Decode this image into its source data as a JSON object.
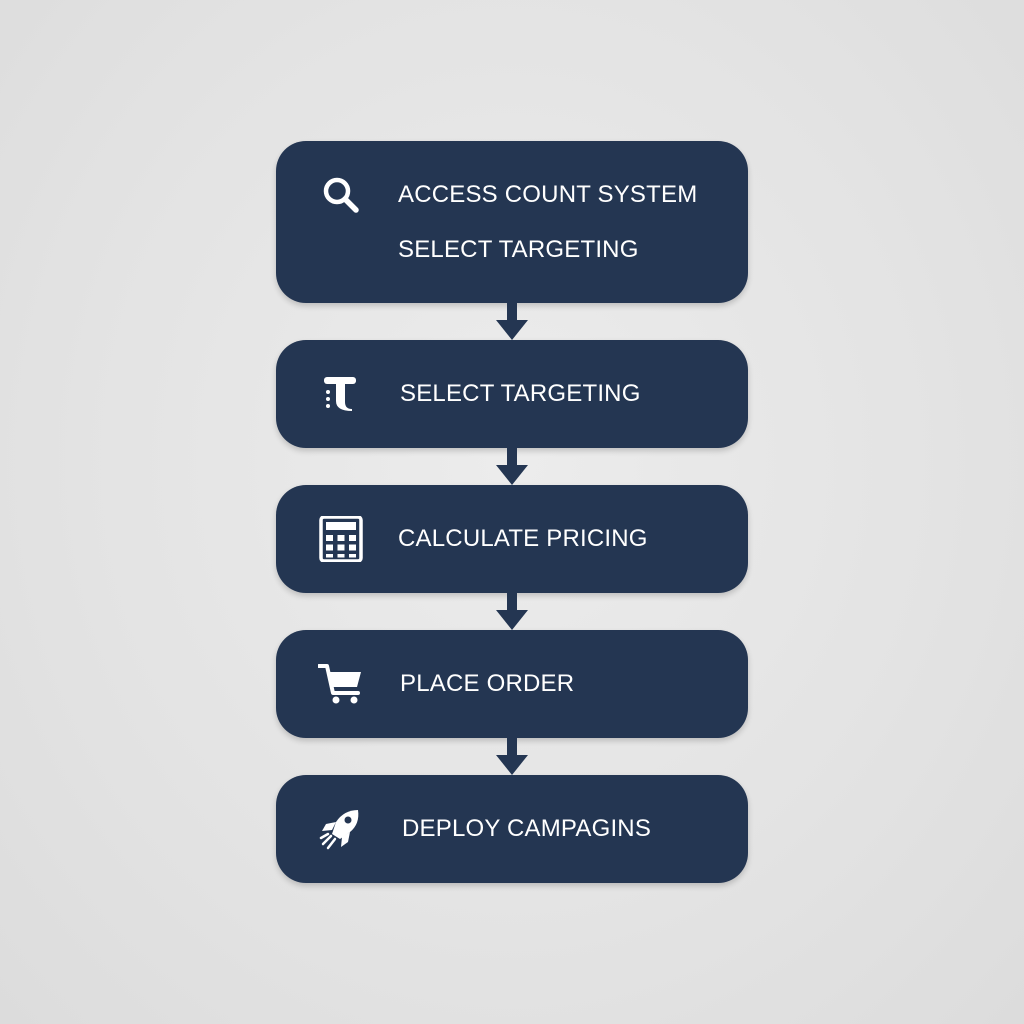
{
  "colors": {
    "background": "#e4e4e4",
    "step_fill": "#243652",
    "text": "#ffffff"
  },
  "steps": [
    {
      "icon": "search-icon",
      "lines": [
        "ACCESS COUNT SYSTEM",
        "SELECT TARGETING"
      ]
    },
    {
      "icon": "targeting-icon",
      "label": "SELECT TARGETING"
    },
    {
      "icon": "calculator-icon",
      "label": "CALCULATE PRICING"
    },
    {
      "icon": "cart-icon",
      "label": "PLACE ORDER"
    },
    {
      "icon": "rocket-icon",
      "label": "DEPLOY CAMPAGINS"
    }
  ]
}
